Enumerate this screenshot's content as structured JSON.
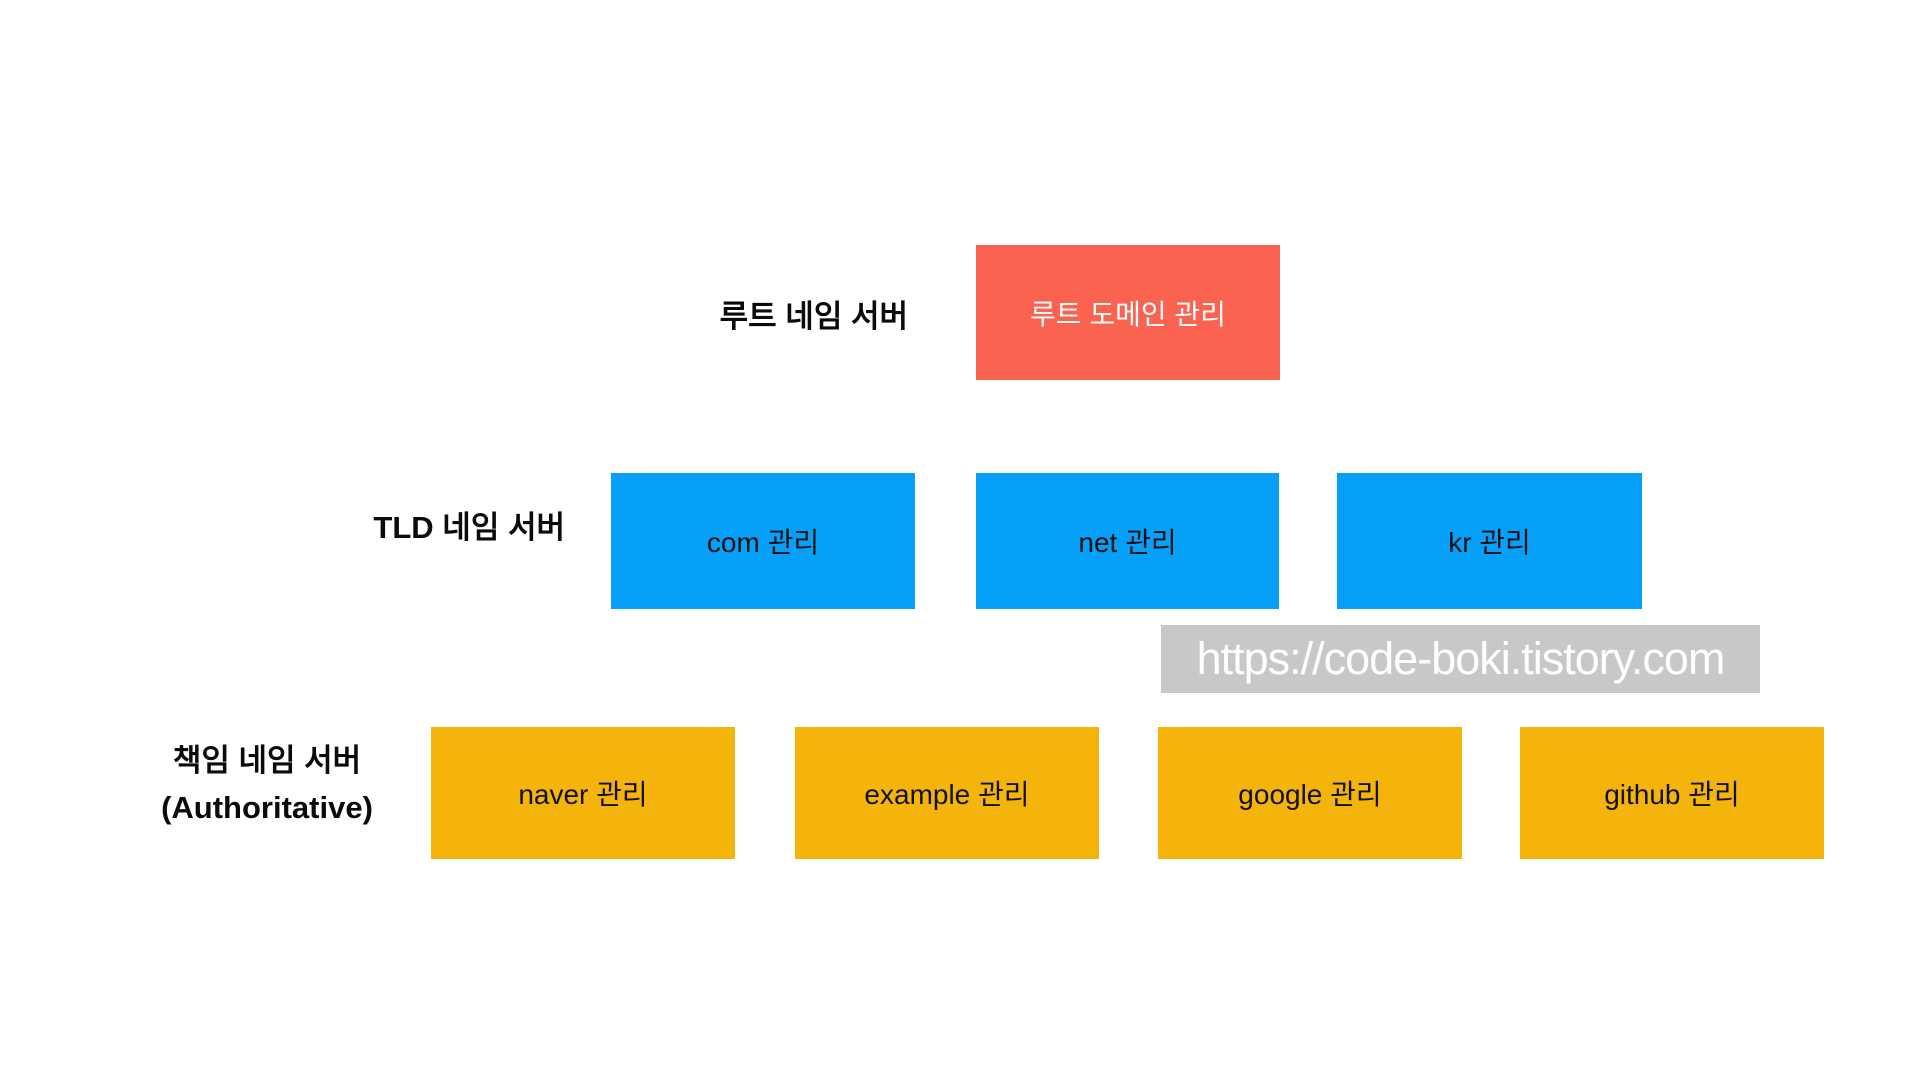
{
  "rows": [
    {
      "label": "루트 네임 서버",
      "box_color": "#fb6351",
      "text_color": "#ffffff",
      "boxes": [
        {
          "text": "루트 도메인 관리"
        }
      ]
    },
    {
      "label": "TLD 네임 서버",
      "box_color": "#06a0f8",
      "text_color": "#111111",
      "boxes": [
        {
          "text": "com 관리"
        },
        {
          "text": "net 관리"
        },
        {
          "text": "kr 관리"
        }
      ]
    },
    {
      "label": "책임 네임 서버",
      "label_line2": "(Authoritative)",
      "box_color": "#f5b40c",
      "text_color": "#111111",
      "boxes": [
        {
          "text": "naver 관리"
        },
        {
          "text": "example 관리"
        },
        {
          "text": "google 관리"
        },
        {
          "text": "github 관리"
        }
      ]
    }
  ],
  "watermark": {
    "text": "https://code-boki.tistory.com",
    "bg_color": "#c8c8c8",
    "text_color": "#ffffff"
  }
}
